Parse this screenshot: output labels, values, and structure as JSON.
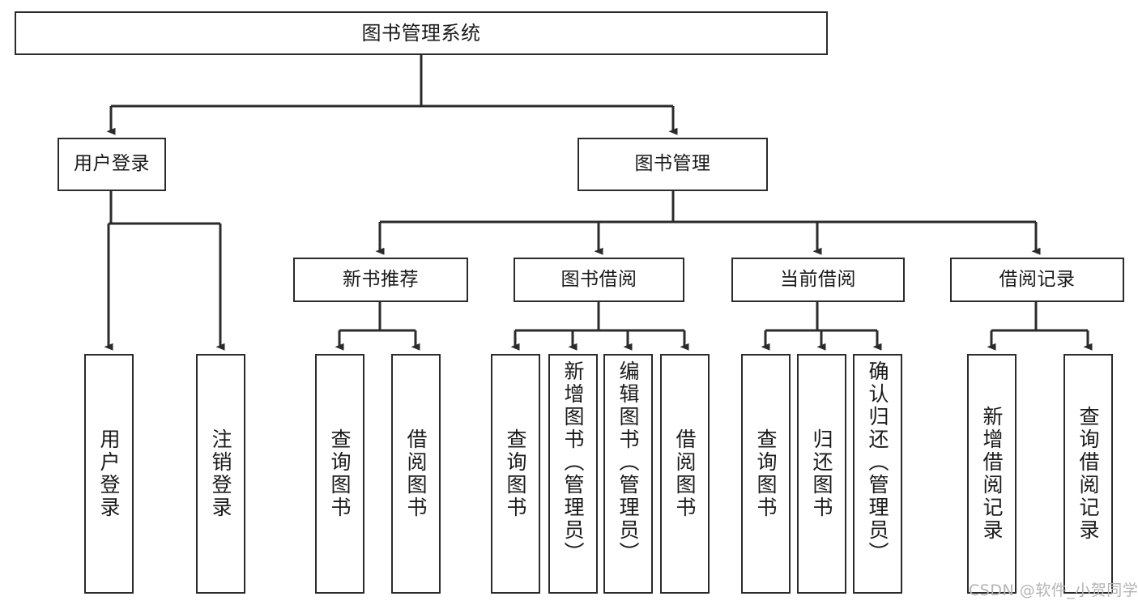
{
  "diagram": {
    "title": "图书管理系统",
    "type": "hierarchy-tree",
    "watermark": "CSDN @软件_小贺同学",
    "colors": {
      "box_border": "#2b2b2b",
      "box_fill": "#ffffff",
      "edge": "#2b2b2b",
      "text": "#1a1a1a",
      "watermark": "#b4b4b4",
      "background": "#ffffff"
    },
    "nodes": {
      "root": {
        "label": "图书管理系统"
      },
      "level2": [
        {
          "id": "user-login",
          "label": "用户登录"
        },
        {
          "id": "book-manage",
          "label": "图书管理"
        }
      ],
      "level3": [
        {
          "id": "new-book-recommend",
          "label": "新书推荐"
        },
        {
          "id": "book-borrow",
          "label": "图书借阅"
        },
        {
          "id": "current-borrow",
          "label": "当前借阅"
        },
        {
          "id": "borrow-record",
          "label": "借阅记录"
        }
      ],
      "leaves": {
        "user_login": [
          {
            "id": "leaf-user-login",
            "label": "用户登录"
          },
          {
            "id": "leaf-logout-login",
            "label": "注销登录"
          }
        ],
        "new_book_recommend": [
          {
            "id": "leaf-query-book-1",
            "label": "查询图书"
          },
          {
            "id": "leaf-borrow-book-1",
            "label": "借阅图书"
          }
        ],
        "book_borrow": [
          {
            "id": "leaf-query-book-2",
            "label": "查询图书"
          },
          {
            "id": "leaf-add-book",
            "label": "新增图书（管理员）"
          },
          {
            "id": "leaf-edit-book",
            "label": "编辑图书（管理员）"
          },
          {
            "id": "leaf-borrow-book-2",
            "label": "借阅图书"
          }
        ],
        "current_borrow": [
          {
            "id": "leaf-query-book-3",
            "label": "查询图书"
          },
          {
            "id": "leaf-return-book",
            "label": "归还图书"
          },
          {
            "id": "leaf-confirm-return",
            "label": "确认归还（管理员）"
          }
        ],
        "borrow_record": [
          {
            "id": "leaf-add-record",
            "label": "新增借阅记录"
          },
          {
            "id": "leaf-query-record",
            "label": "查询借阅记录"
          }
        ]
      }
    }
  }
}
